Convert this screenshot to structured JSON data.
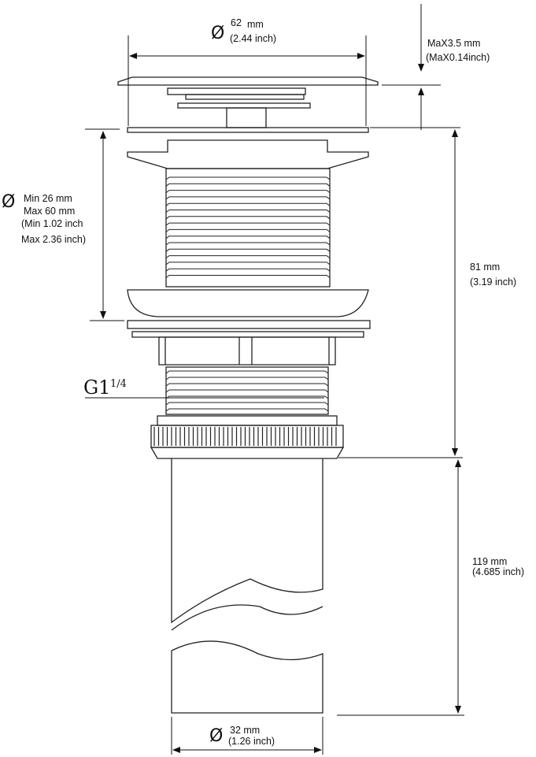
{
  "top_diameter": {
    "symbol": "Ø",
    "mm_number": "62",
    "mm_unit": "mm",
    "inch": "(2.44 inch)"
  },
  "cap_height": {
    "mm": "MaX3.5 mm",
    "inch": "(MaX0.14inch)"
  },
  "basin_range": {
    "symbol": "Ø",
    "line1": "Min 26 mm",
    "line2": "Max 60 mm",
    "line3": "(Min 1.02 inch",
    "line4": "Max 2.36 inch)"
  },
  "body_height": {
    "mm": "81 mm",
    "inch": "(3.19 inch)"
  },
  "thread": {
    "g": "G1",
    "fraction": "1/4"
  },
  "pipe_length": {
    "mm": "119 mm",
    "inch": "(4.685 inch)"
  },
  "pipe_diameter": {
    "symbol": "Ø",
    "mm": "32 mm",
    "inch": "(1.26 inch)"
  }
}
